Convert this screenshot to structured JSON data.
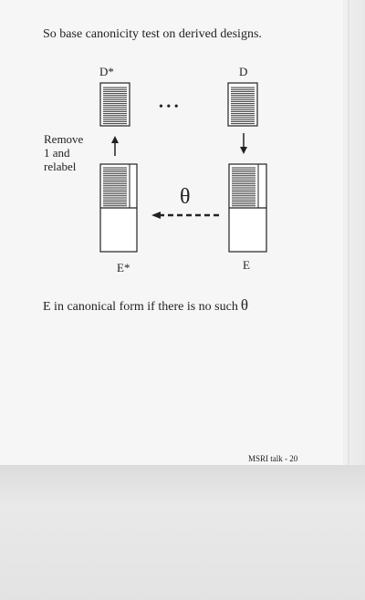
{
  "slide": {
    "heading": "So base canonicity test on derived designs.",
    "labels": {
      "d_star": "D*",
      "d": "D",
      "e_star": "E*",
      "e": "E",
      "theta": "θ",
      "ellipsis": "• • •"
    },
    "side_note": [
      "Remove",
      "1 and",
      "relabel"
    ],
    "conclusion_text": "E in canonical form if there is no such",
    "conclusion_symbol": "θ",
    "slide_number": "MSRI talk - 20"
  }
}
